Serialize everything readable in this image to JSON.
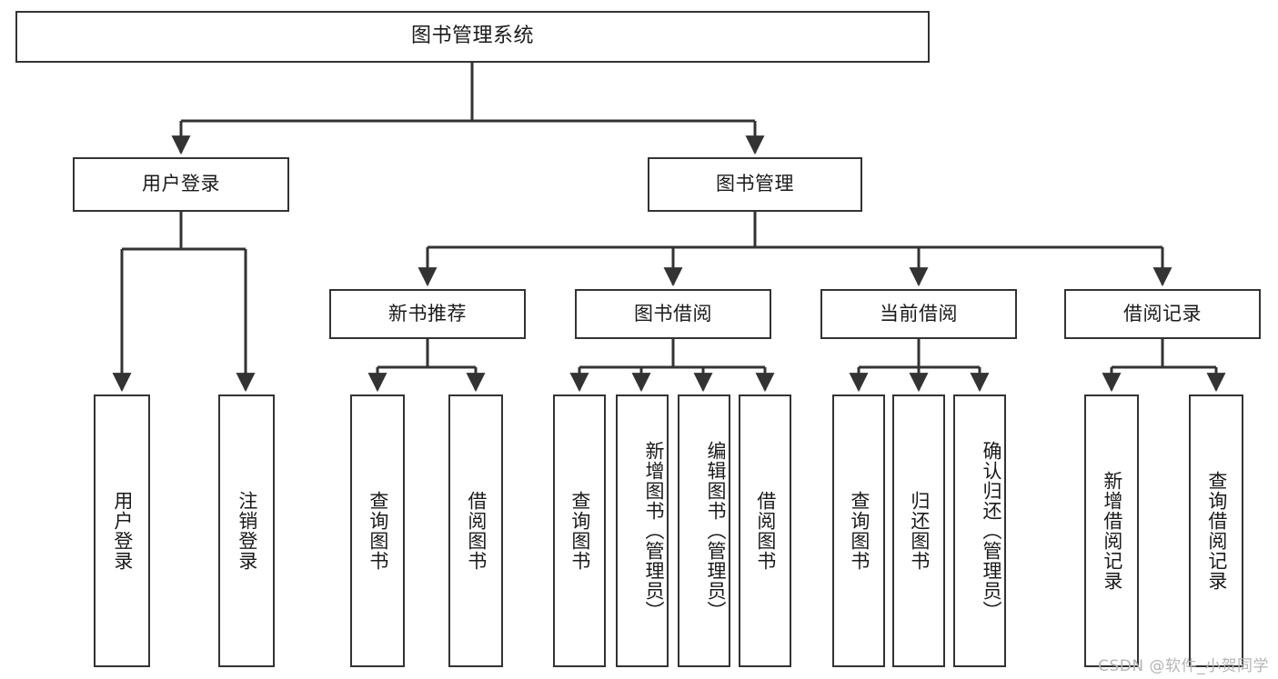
{
  "diagram": {
    "title": "图书管理系统",
    "type": "tree",
    "watermark": "CSDN @软件_小贺同学",
    "stroke_color": "#333333",
    "fill_color": "#ffffff",
    "text_color": "#1a1a1a",
    "watermark_color": "#b5b5b5"
  },
  "nodes": {
    "root": {
      "label": "图书管理系统"
    },
    "level1": [
      {
        "id": "user-login",
        "label": "用户登录"
      },
      {
        "id": "book-manage",
        "label": "图书管理"
      }
    ],
    "level2": [
      {
        "id": "new-book-recommend",
        "label": "新书推荐"
      },
      {
        "id": "book-borrow",
        "label": "图书借阅"
      },
      {
        "id": "current-borrow",
        "label": "当前借阅"
      },
      {
        "id": "borrow-record",
        "label": "借阅记录"
      }
    ],
    "leaves": [
      {
        "id": "leaf-user-login",
        "label": "用户登录",
        "parent": "user-login"
      },
      {
        "id": "leaf-logout",
        "label": "注销登录",
        "parent": "user-login"
      },
      {
        "id": "leaf-query-book-1",
        "label": "查询图书",
        "parent": "new-book-recommend"
      },
      {
        "id": "leaf-borrow-book-1",
        "label": "借阅图书",
        "parent": "new-book-recommend"
      },
      {
        "id": "leaf-query-book-2",
        "label": "查询图书",
        "parent": "book-borrow"
      },
      {
        "id": "leaf-add-book",
        "label": "新增图书（管理员）",
        "parent": "book-borrow"
      },
      {
        "id": "leaf-edit-book",
        "label": "编辑图书（管理员）",
        "parent": "book-borrow"
      },
      {
        "id": "leaf-borrow-book-2",
        "label": "借阅图书",
        "parent": "book-borrow"
      },
      {
        "id": "leaf-query-book-3",
        "label": "查询图书",
        "parent": "current-borrow"
      },
      {
        "id": "leaf-return-book",
        "label": "归还图书",
        "parent": "current-borrow"
      },
      {
        "id": "leaf-confirm-return",
        "label": "确认归还（管理员）",
        "parent": "current-borrow"
      },
      {
        "id": "leaf-add-record",
        "label": "新增借阅记录",
        "parent": "borrow-record"
      },
      {
        "id": "leaf-query-record",
        "label": "查询借阅记录",
        "parent": "borrow-record"
      }
    ]
  }
}
